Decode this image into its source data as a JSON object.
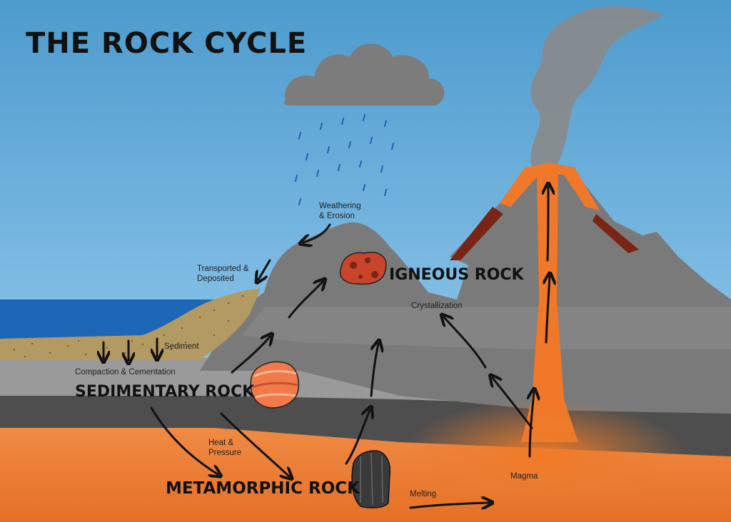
{
  "title": "THE ROCK CYCLE",
  "rock_types": {
    "igneous": "IGNEOUS ROCK",
    "sedimentary": "SEDIMENTARY ROCK",
    "metamorphic": "METAMORPHIC ROCK"
  },
  "processes": {
    "weathering_line1": "Weathering",
    "weathering_line2": "& Erosion",
    "transported_line1": "Transported &",
    "transported_line2": "Deposited",
    "sediment": "Sediment",
    "compaction": "Compaction & Cementation",
    "crystallization": "Crystallization",
    "heat_line1": "Heat &",
    "heat_line2": "Pressure",
    "melting": "Melting",
    "magma": "Magma"
  },
  "colors": {
    "sky": "#4f9fd0",
    "ocean": "#1e67b6",
    "mountain": "#7a7a7a",
    "sediment": "#b39a62",
    "lava": "#f07828",
    "magma": "#e8772c",
    "cloud": "#7c7c7c"
  },
  "icons": [
    "rain-cloud-icon",
    "volcano-icon",
    "igneous-rock-icon",
    "sedimentary-rock-icon",
    "metamorphic-rock-icon"
  ]
}
